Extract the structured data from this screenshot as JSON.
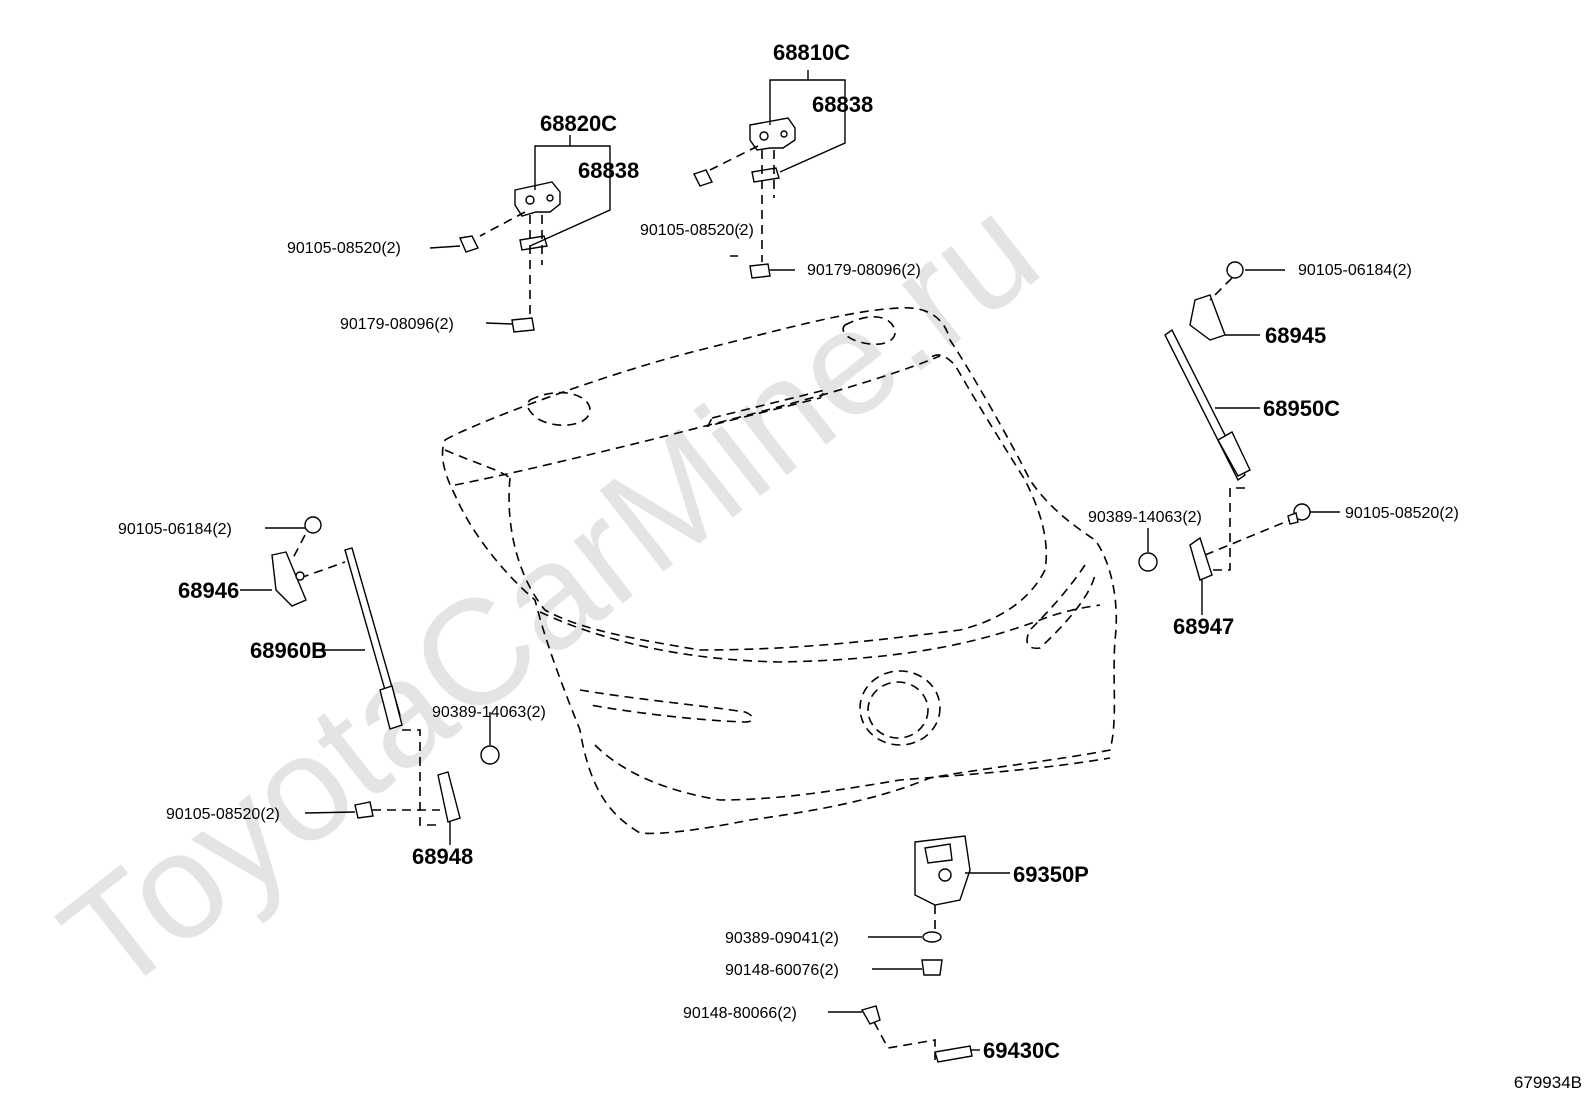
{
  "watermark": "ToyotaCarMine.ru",
  "diagram_code": "679934B",
  "labels": {
    "p68810C": "68810C",
    "p68838a": "68838",
    "p68820C": "68820C",
    "p68838b": "68838",
    "bolt_hinge_left": "90105-08520(2)",
    "nut_hinge_left": "90179-08096(2)",
    "bolt_hinge_right": "90105-08520(2)",
    "nut_hinge_right": "90179-08096(2)",
    "bolt_upper_right": "90105-06184(2)",
    "p68945": "68945",
    "p68950C": "68950C",
    "spacer_right": "90389-14063(2)",
    "bolt_lower_right": "90105-08520(2)",
    "p68947": "68947",
    "bolt_upper_left": "90105-06184(2)",
    "p68946": "68946",
    "p68960B": "68960B",
    "spacer_left": "90389-14063(2)",
    "bolt_lower_left": "90105-08520(2)",
    "p68948": "68948",
    "p69350P": "69350P",
    "washer_lock": "90389-09041(2)",
    "screw_lock": "90148-60076(2)",
    "screw_striker": "90148-80066(2)",
    "p69430C": "69430C"
  }
}
